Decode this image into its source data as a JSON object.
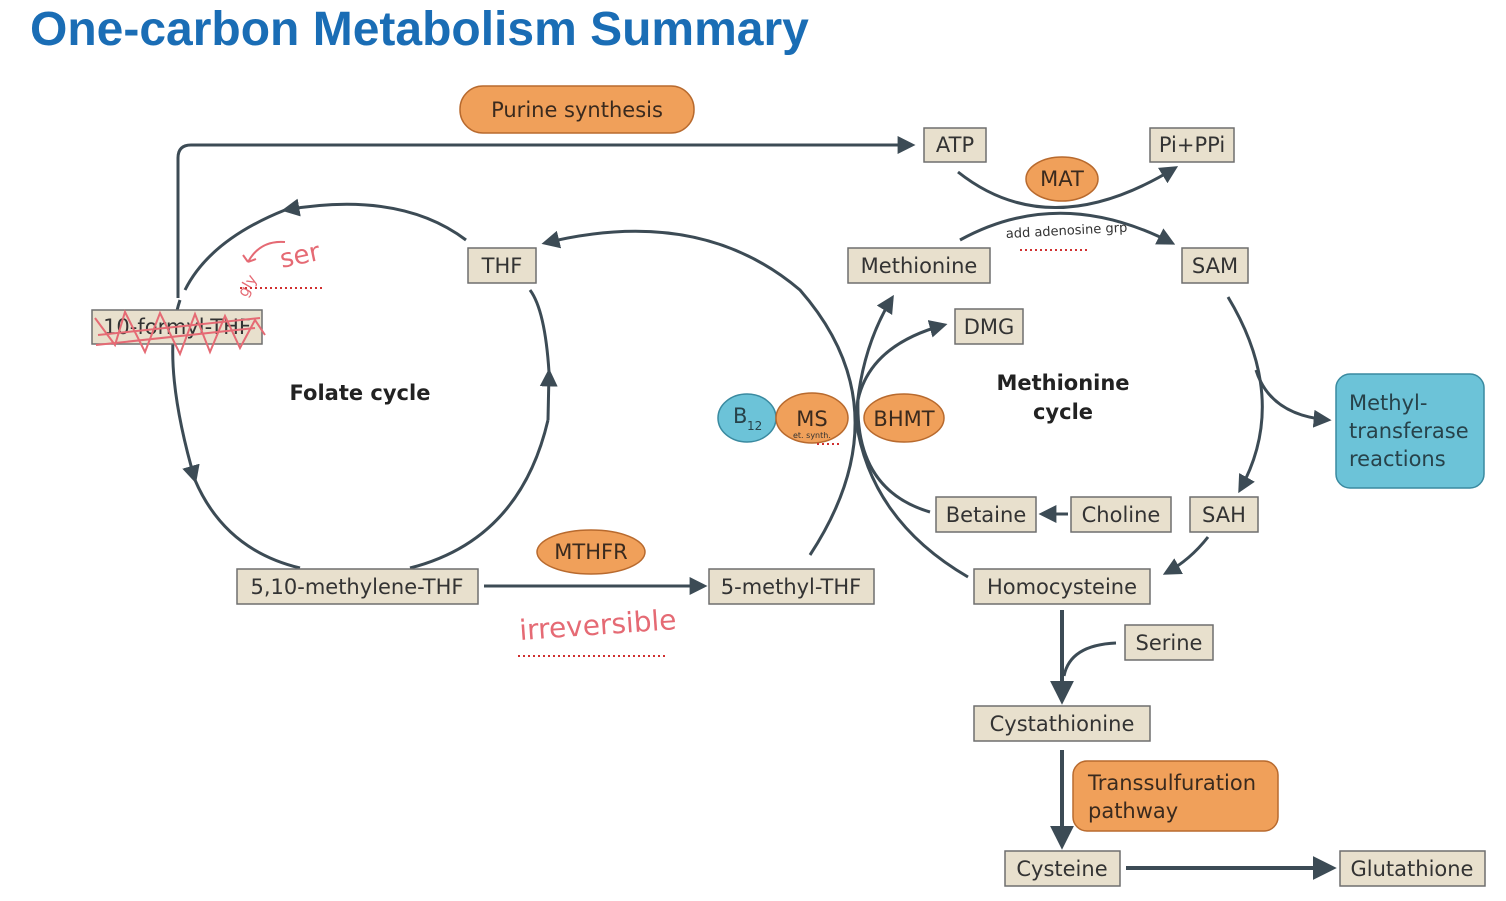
{
  "title": "One-carbon Metabolism Summary",
  "nodes": {
    "atp": "ATP",
    "pi_ppi": "Pi+PPi",
    "thf": "THF",
    "methionine": "Methionine",
    "sam": "SAM",
    "formyl_thf": "10-formyl-THF",
    "dmg": "DMG",
    "methylene_thf": "5,10-methylene-THF",
    "methyl_thf": "5-methyl-THF",
    "betaine": "Betaine",
    "choline": "Choline",
    "sah": "SAH",
    "homocysteine": "Homocysteine",
    "serine": "Serine",
    "cystathionine": "Cystathionine",
    "cysteine": "Cysteine",
    "glutathione": "Glutathione"
  },
  "enzymes": {
    "purine": "Purine synthesis",
    "mat": "MAT",
    "ms": "MS",
    "bhmt": "BHMT",
    "mthfr": "MTHFR",
    "transsulf_line1": "Transsulfuration",
    "transsulf_line2": "pathway"
  },
  "cofactor": {
    "b_letter": "B",
    "b_sub": "12"
  },
  "methyltransferase": {
    "line1": "Methyl-",
    "line2": "transferase",
    "line3": "reactions"
  },
  "cycles": {
    "folate": "Folate cycle",
    "methionine_line1": "Methionine",
    "methionine_line2": "cycle"
  },
  "annotations": {
    "ser": "ser",
    "gly": "gly",
    "add_adenosine": "add adenosine grp",
    "irreversible": "irreversible",
    "ms_note": "et. synth."
  },
  "colors": {
    "title": "#1a6db5",
    "box_fill": "#e8e0cd",
    "enzyme_fill": "#f0a05a",
    "cofactor_fill": "#6cc3d8",
    "arrow": "#3c4b55",
    "handwriting": "#e56a74"
  }
}
